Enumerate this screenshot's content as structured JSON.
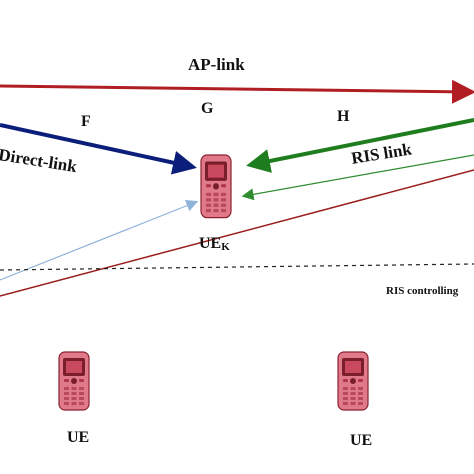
{
  "labels": {
    "ap_link": "AP-link",
    "direct_link": "Direct-link",
    "ris_link": "RIS link",
    "ris_controlling": "RIS controlling",
    "channel_f": "F",
    "channel_g": "G",
    "channel_h": "H",
    "ue_main": "UE",
    "ue_main_sub": "K",
    "ue_left": "UE",
    "ue_right": "UE"
  },
  "colors": {
    "ap_link": "#b01e23",
    "direct_link": "#0b1f7a",
    "ris_link": "#1e7d1e",
    "ris_thin": "#2e8b2e",
    "light_blue": "#8fb4d9",
    "dark_red": "#9b1c1c",
    "dashed": "#222222",
    "phone_body": "#e07a8a",
    "phone_dark": "#8a2232"
  },
  "icons": {
    "ue_main": "mobile-phone-icon",
    "ue_left": "mobile-phone-icon",
    "ue_right": "mobile-phone-icon"
  }
}
